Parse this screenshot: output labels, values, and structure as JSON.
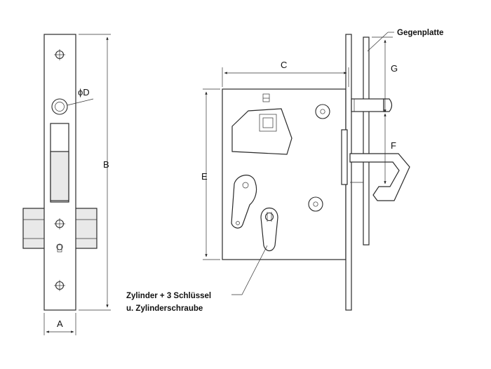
{
  "dimensions": {
    "a": "A",
    "b": "B",
    "c": "C",
    "d": "ϕD",
    "e": "E",
    "f": "F",
    "g": "G"
  },
  "callouts": {
    "strike_plate": "Gegenplatte",
    "cylinder_line1": "Zylinder + 3 Schlüssel",
    "cylinder_line2": "u. Zylinderschraube"
  }
}
